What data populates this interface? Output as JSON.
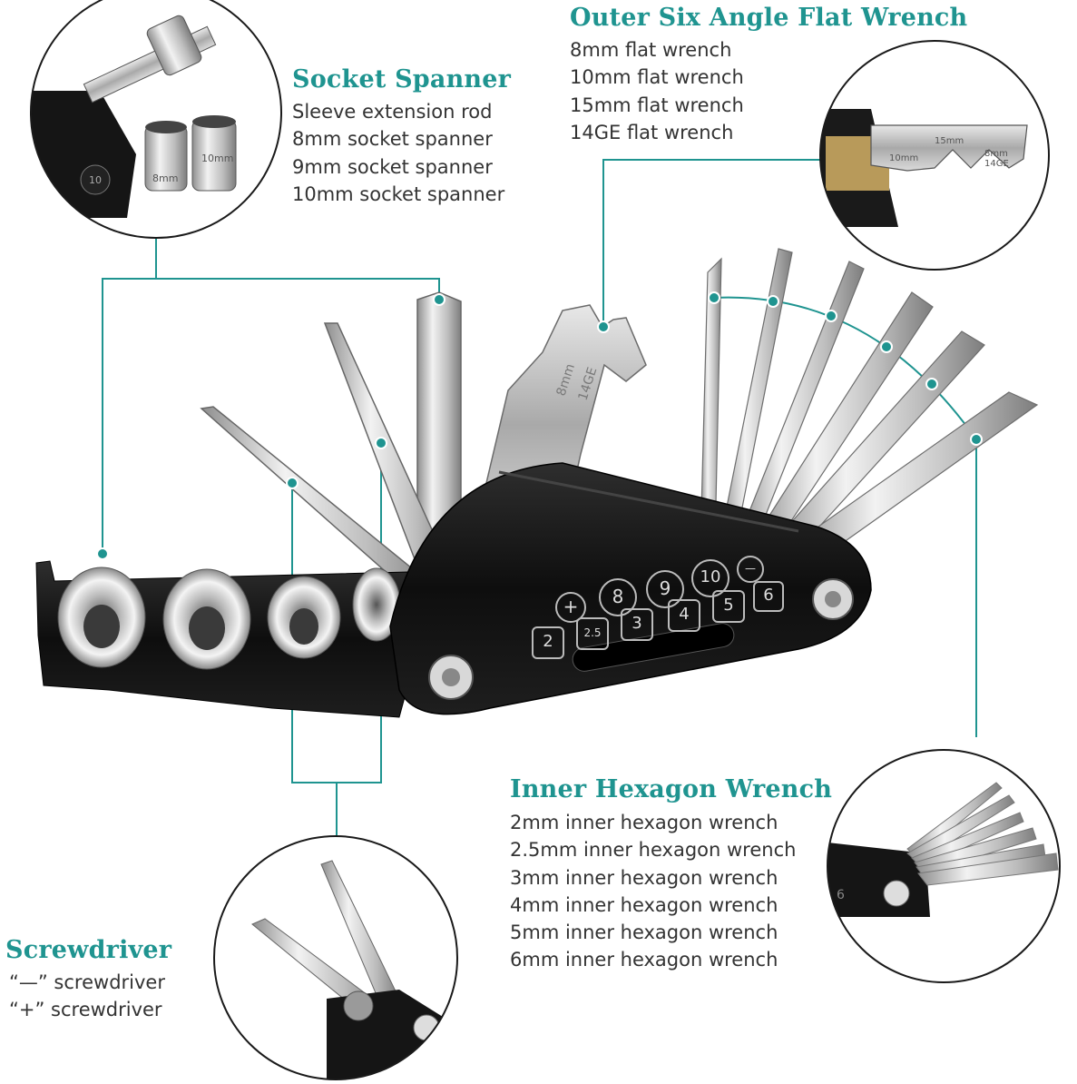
{
  "colors": {
    "accent": "#1f9490",
    "tool_black": "#111111",
    "steel": "#c9c9c9",
    "text": "#333333"
  },
  "socket_spanner": {
    "heading": "Socket Spanner",
    "items": [
      "Sleeve extension rod",
      "8mm socket spanner",
      "9mm socket spanner",
      "10mm socket spanner"
    ]
  },
  "flat_wrench": {
    "heading": "Outer Six Angle Flat Wrench",
    "items": [
      "8mm flat wrench",
      "10mm flat wrench",
      "15mm flat wrench",
      "14GE flat wrench"
    ]
  },
  "hex_wrench": {
    "heading": "Inner Hexagon Wrench",
    "items": [
      "2mm inner hexagon wrench",
      "2.5mm inner hexagon wrench",
      "3mm inner hexagon wrench",
      "4mm inner hexagon wrench",
      "5mm inner hexagon wrench",
      "6mm inner hexagon wrench"
    ]
  },
  "screwdriver": {
    "heading": "Screwdriver",
    "items": [
      "“—” screwdriver",
      "“+” screwdriver"
    ]
  },
  "tool_body": {
    "row1": [
      "+",
      "8",
      "9",
      "10",
      "—",
      "6"
    ],
    "row2": [
      "2",
      "2.5",
      "3",
      "4",
      "5"
    ],
    "wrench_engraving": [
      "8mm",
      "14GE"
    ]
  },
  "closeups": {
    "socket": {
      "labels": [
        "8mm",
        "10mm",
        "10"
      ]
    },
    "flat": {
      "labels": [
        "15mm",
        "10mm",
        "8mm",
        "14GE"
      ]
    },
    "hex": {
      "labels": [
        "6"
      ]
    }
  }
}
